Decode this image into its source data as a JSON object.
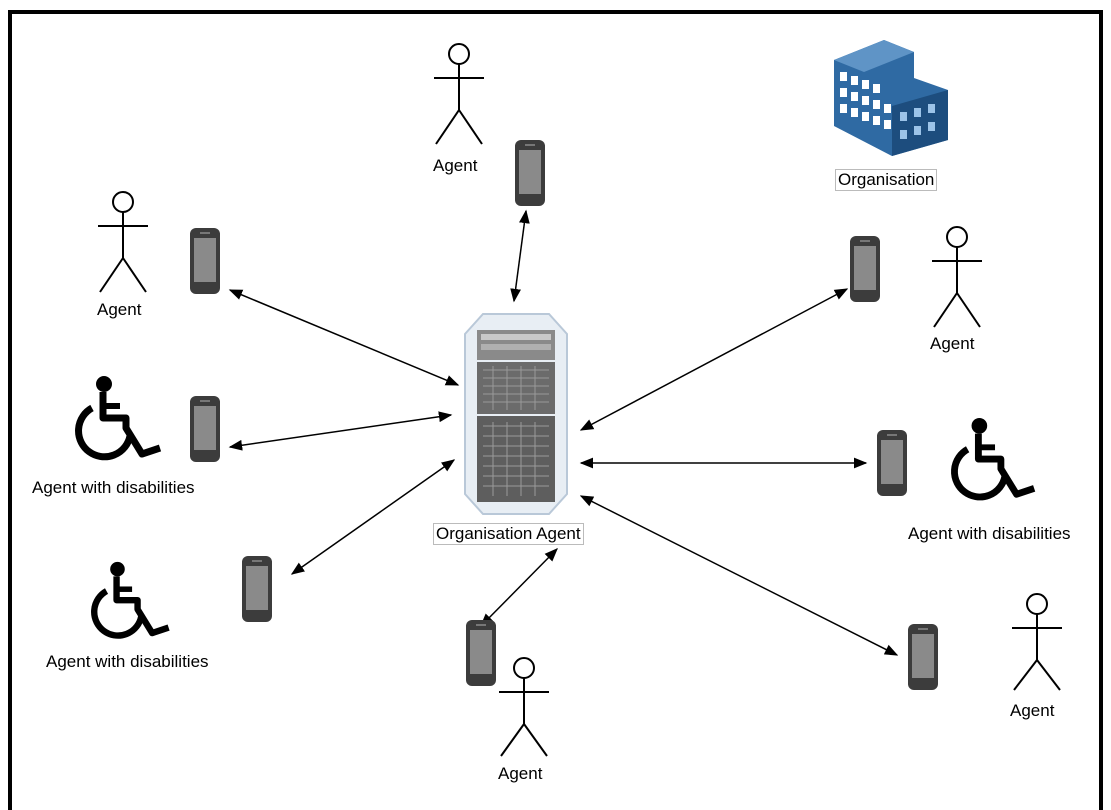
{
  "labels": {
    "organisation": "Organisation",
    "organisation_agent": "Organisation Agent",
    "agent": "Agent",
    "agent_disabled": "Agent with disabilities"
  },
  "colors": {
    "building": "#2f6aa3",
    "building_dark": "#1d4d7e",
    "phone_body": "#3c3c3c",
    "phone_screen": "#8a8a8a",
    "server_frame": "#e8eef4",
    "server_body": "#6b6b6b",
    "line": "#000000"
  },
  "icons": [
    "stick-figure-icon",
    "wheelchair-icon",
    "mobile-phone-icon",
    "server-rack-icon",
    "office-building-icon"
  ]
}
